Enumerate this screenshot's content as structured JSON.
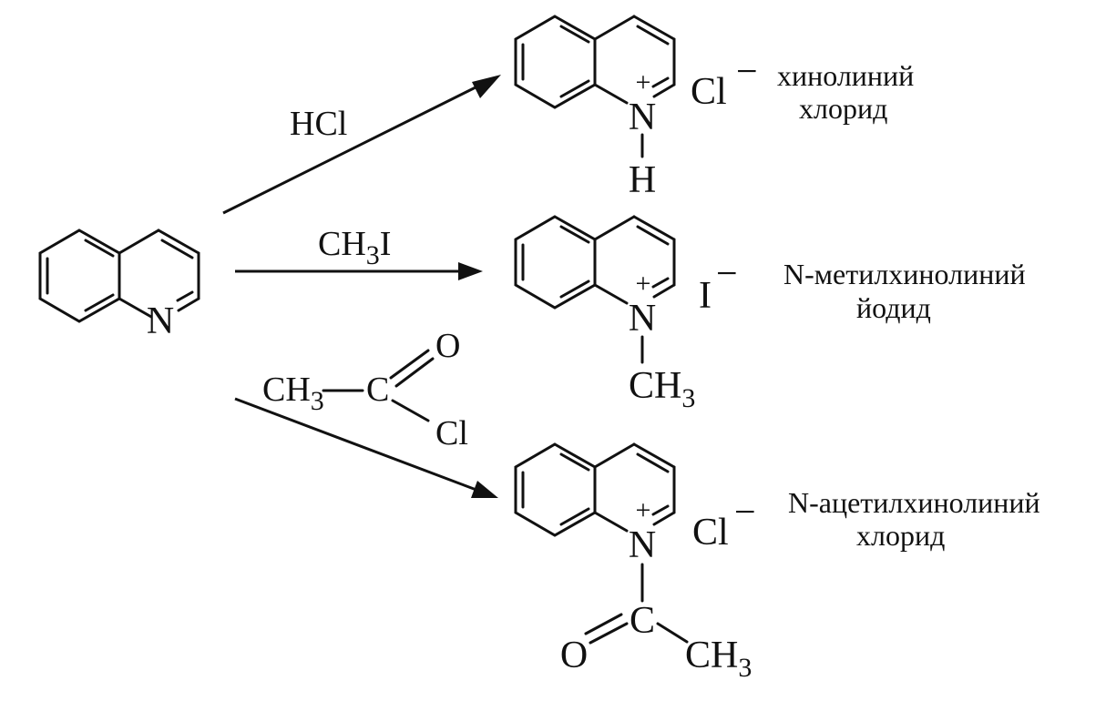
{
  "reactant": {
    "n_atom": "N"
  },
  "reactions": [
    {
      "reagent": "HCl",
      "product": {
        "n_atom": "N",
        "n_charge": "+",
        "substituent": "H",
        "counterion": "Cl",
        "counterion_charge": "−"
      },
      "name_line1": "хинолиний",
      "name_line2": "хлорид"
    },
    {
      "reagent_main": "CH",
      "reagent_sub": "3",
      "reagent_tail": "I",
      "product": {
        "n_atom": "N",
        "n_charge": "+",
        "substituent_main": "CH",
        "substituent_sub": "3",
        "counterion": "I",
        "counterion_charge": "−"
      },
      "name_line1": "N-метилхинолиний",
      "name_line2": "йодид"
    },
    {
      "reagent_ch": "CH",
      "reagent_ch_sub": "3",
      "reagent_c": "C",
      "reagent_o": "O",
      "reagent_cl": "Cl",
      "product": {
        "n_atom": "N",
        "n_charge": "+",
        "acyl_c": "C",
        "acyl_o": "O",
        "acyl_ch": "CH",
        "acyl_ch_sub": "3",
        "counterion": "Cl",
        "counterion_charge": "−"
      },
      "name_line1": "N-ацетилхинолиний",
      "name_line2": "хлорид"
    }
  ]
}
